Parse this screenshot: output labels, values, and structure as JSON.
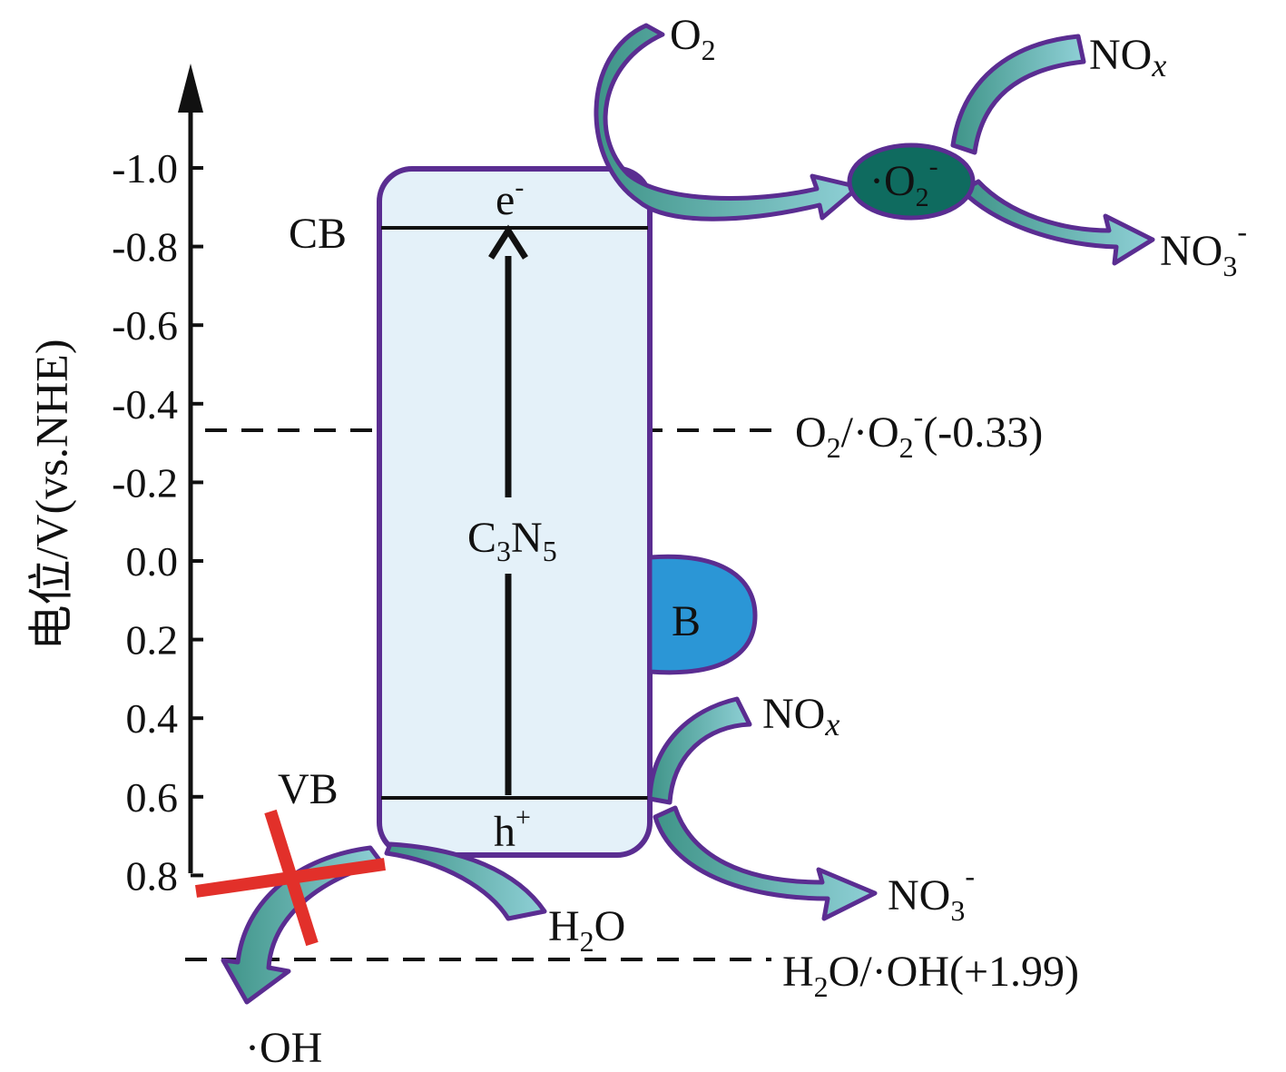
{
  "y_axis": {
    "label": "电位/V(vs.NHE)",
    "ticks": [
      "-1.0",
      "-0.8",
      "-0.6",
      "-0.4",
      "-0.2",
      "0.0",
      "0.2",
      "0.4",
      "0.6",
      "0.8"
    ]
  },
  "band": {
    "cb": "CB",
    "vb": "VB",
    "electron": "e",
    "electron_sup": "-",
    "hole": "h",
    "hole_sup": "+",
    "material": {
      "base1": "C",
      "sub1": "3",
      "base2": "N",
      "sub2": "5"
    }
  },
  "cocatalyst": "B",
  "reference_lines": {
    "o2": {
      "a": "O",
      "a_sub": "2",
      "b": "/·O",
      "b_sub": "2",
      "b_sup": "-",
      "value": "(-0.33)"
    },
    "h2o": {
      "a": "H",
      "a_sub": "2",
      "b": "O/·OH(+1.99)"
    }
  },
  "species": {
    "o2": {
      "base": "O",
      "sub": "2"
    },
    "superoxide": {
      "base": "·O",
      "sub": "2",
      "sup": "-"
    },
    "nox_top": {
      "base": "NO",
      "sub": "x"
    },
    "no3_top": {
      "base": "NO",
      "sub": "3",
      "sup": "-"
    },
    "nox_mid": {
      "base": "NO",
      "sub": "x"
    },
    "no3_bottom": {
      "base": "NO",
      "sub": "3",
      "sup": "-"
    },
    "h2o": {
      "base": "H",
      "sub": "2",
      "tail": "O"
    },
    "oh": "·OH"
  },
  "colors": {
    "band_fill": "#e4f1f9",
    "band_border": "#5a2d91",
    "arrow_fill": "#5fb3a8",
    "superoxide_fill": "#0f6b5f",
    "cocatalyst_fill": "#2b96d6",
    "cross": "#e2302a"
  }
}
